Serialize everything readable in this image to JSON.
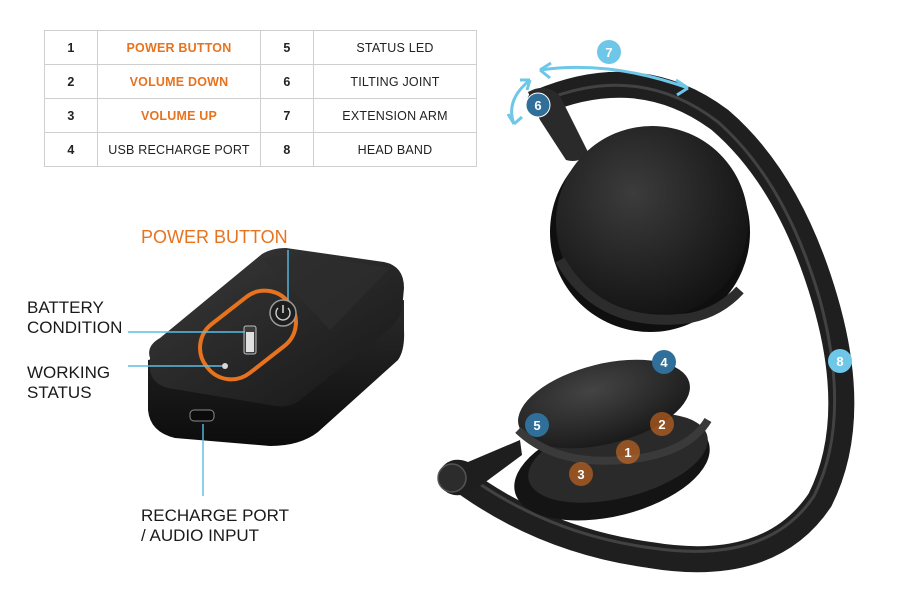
{
  "legend": {
    "rows": [
      {
        "num_a": "1",
        "label_a": "POWER BUTTON",
        "num_b": "5",
        "label_b": "STATUS LED"
      },
      {
        "num_a": "2",
        "label_a": "VOLUME DOWN",
        "num_b": "6",
        "label_b": "TILTING JOINT"
      },
      {
        "num_a": "3",
        "label_a": "VOLUME UP",
        "num_b": "7",
        "label_b": "EXTENSION ARM"
      },
      {
        "num_a": "4",
        "label_a": "USB RECHARGE PORT",
        "num_b": "8",
        "label_b": "HEAD BAND"
      }
    ]
  },
  "callouts": {
    "power_button": "POWER BUTTON",
    "battery_line1": "BATTERY",
    "battery_line2": "CONDITION",
    "working_line1": "WORKING",
    "working_line2": "STATUS",
    "recharge_line1": "RECHARGE PORT",
    "recharge_line2": "/ AUDIO INPUT"
  },
  "badges": [
    "1",
    "2",
    "3",
    "4",
    "5",
    "6",
    "7",
    "8"
  ],
  "colors": {
    "accent_orange": "#e8731e",
    "badge_blue_dark": "#2f6f99",
    "badge_blue_light": "#6ec6e8",
    "leader_blue": "#5bbde4"
  }
}
